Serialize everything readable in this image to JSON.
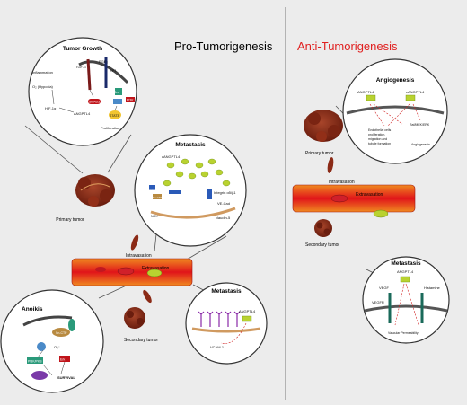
{
  "headings": {
    "pro": "Pro-Tumorigenesis",
    "anti": "Anti-Tumorigenesis"
  },
  "pro_panel": {
    "tumor_growth": {
      "title": "Tumor Growth",
      "labels": [
        "Inflammation",
        "O₂ (Hypoxia)",
        "HIF-1α",
        "TGF-β",
        "PGE₂",
        "EP1",
        "SMAD3",
        "ANGPTL4",
        "Src",
        "PI3K",
        "STAT3",
        "Proliferation"
      ]
    },
    "metastasis_top": {
      "title": "Metastasis",
      "labels": [
        "cANGPTL4",
        "Rac1",
        "Sn-CTP",
        "Integrin α5/β1",
        "VE-Cad",
        "claudin-5",
        "NOX"
      ]
    },
    "vessel": {
      "intravasation": "Intravasation",
      "extravasation": "Extravasation"
    },
    "primary_tumor": "Primary tumor",
    "secondary_tumor": "Secondary tumor",
    "anoikis": {
      "title": "Anoikis",
      "labels": [
        "Sn-CTP",
        "O₂⁻",
        "PI3K/PKB",
        "Erk",
        "SURVIVAL"
      ]
    },
    "metastasis_bottom": {
      "title": "Metastasis",
      "labels": [
        "ANGPTL4",
        "VCAM-1"
      ]
    }
  },
  "anti_panel": {
    "angiogenesis": {
      "title": "Angiogenesis",
      "labels": [
        "ANGPTL4",
        "cANGPTL4",
        "Endothelial cells proliferation, migration and tubule formation",
        "Raf/MEK/ERK",
        "Angiogenesis"
      ]
    },
    "primary_tumor": "Primary tumor",
    "intravasation": "Intravasation",
    "extravasation": "Extravasation",
    "secondary_tumor": "Secondary tumor",
    "metastasis": {
      "title": "Metastasis",
      "labels": [
        "ANGPTL4",
        "VEGF",
        "VEGFR",
        "Histamine",
        "Vascular Permeability"
      ]
    }
  },
  "colors": {
    "vessel_red": "#e0141a",
    "vessel_orange": "#f08a20",
    "tumor_brown": "#8b2a16",
    "ligand_green": "#b9d230",
    "receptor_teal": "#2a9a7a",
    "red_text": "#e02020"
  }
}
